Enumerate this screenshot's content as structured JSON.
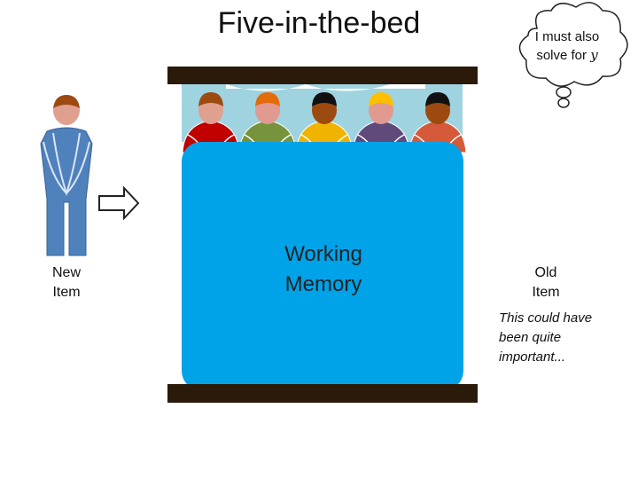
{
  "title": "Five-in-the-bed",
  "new_item_label": [
    "New",
    "Item"
  ],
  "old_item_label": [
    "Old",
    "Item"
  ],
  "memory_label": [
    "Working",
    "Memory"
  ],
  "note": [
    "This could have",
    "been quite",
    "important..."
  ],
  "thought": {
    "line1": "I must also",
    "line2_prefix": "solve for ",
    "variable": "y"
  },
  "colors": {
    "bed_frame": "#2b1a0a",
    "blanket": "#00a2e8",
    "pillow": "#9fd3e0",
    "new_item_person": "#4f81bd",
    "sleepers": [
      {
        "shirt": "#c00000",
        "skin": "#e0a090",
        "hair": "#9c4a0f"
      },
      {
        "shirt": "#77933c",
        "skin": "#e09a90",
        "hair": "#e36c0a"
      },
      {
        "shirt": "#f0b400",
        "skin": "#9c4a0f",
        "hair": "#111111"
      },
      {
        "shirt": "#604a7b",
        "skin": "#e09a90",
        "hair": "#ffc000"
      },
      {
        "shirt": "#d45a3a",
        "skin": "#9c4a0f",
        "hair": "#111111"
      }
    ]
  }
}
